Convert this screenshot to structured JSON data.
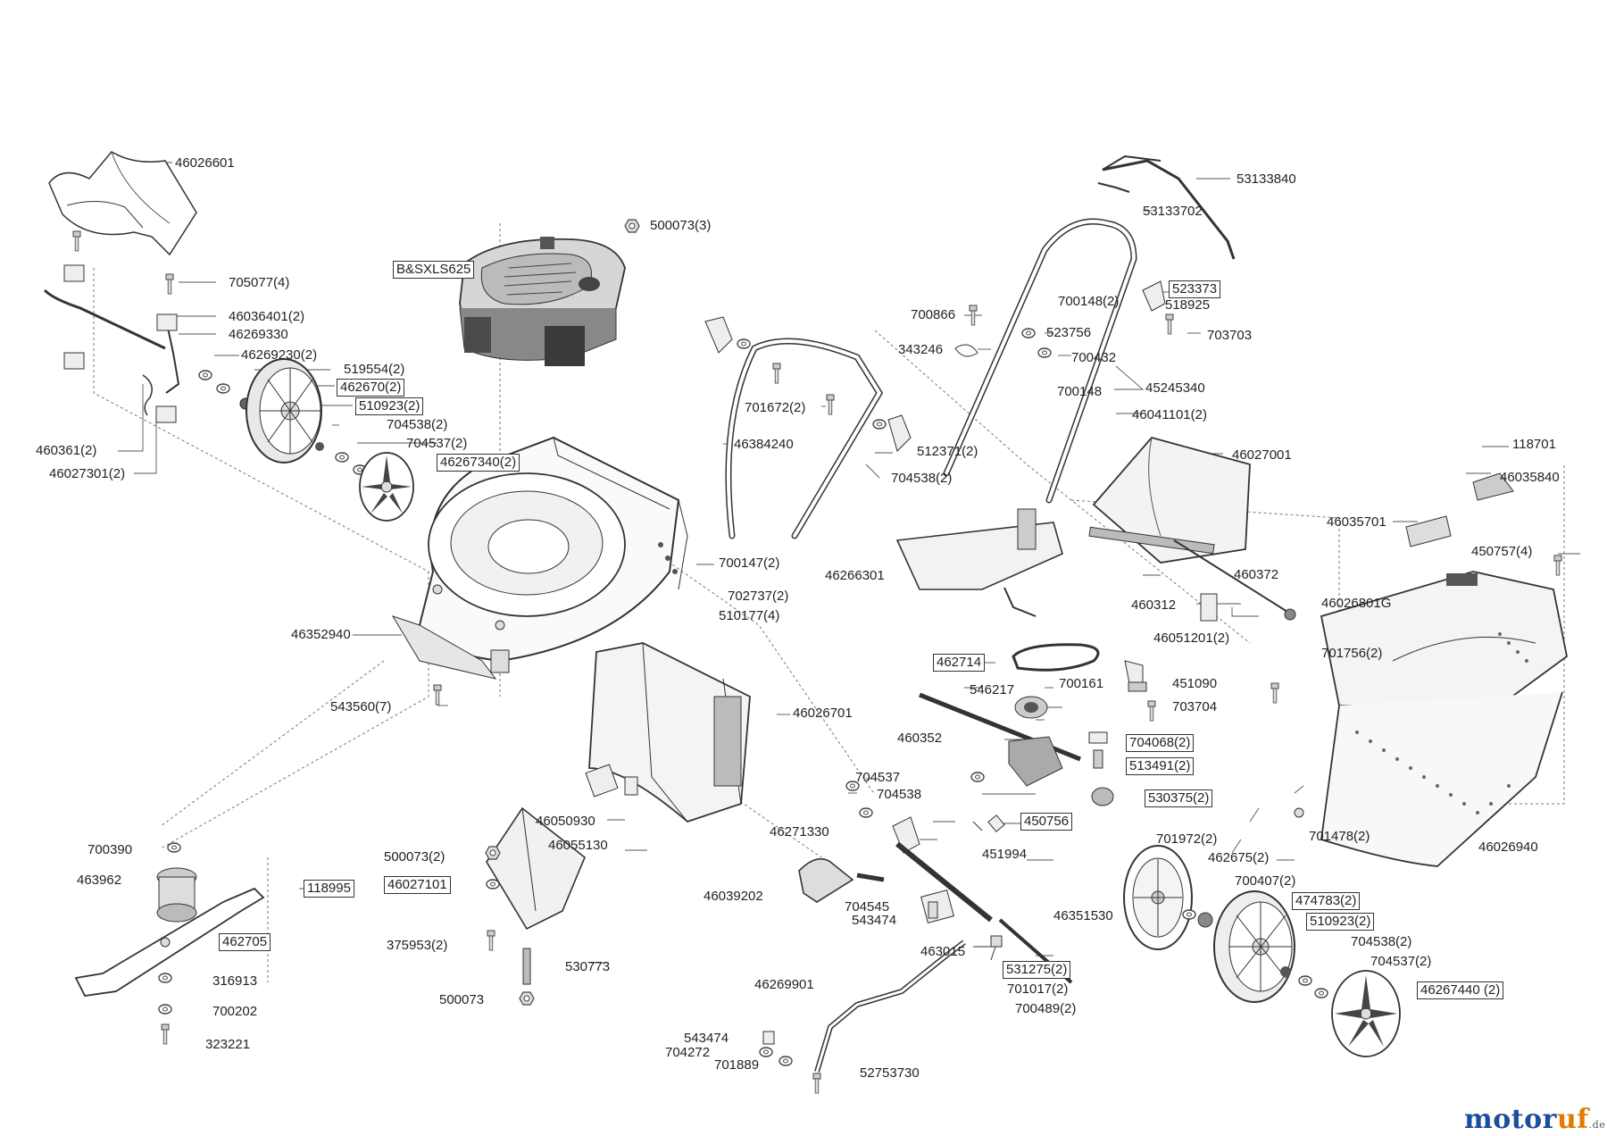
{
  "labels": [
    {
      "id": "p46026601",
      "text": "46026601",
      "boxed": false
    },
    {
      "id": "p500073_3",
      "text": "500073(3)",
      "boxed": false
    },
    {
      "id": "pengine",
      "text": "B&SXLS625",
      "boxed": true
    },
    {
      "id": "p705077_4",
      "text": "705077(4)",
      "boxed": false
    },
    {
      "id": "p46036401_2",
      "text": "46036401(2)",
      "boxed": false
    },
    {
      "id": "p46269330",
      "text": "46269330",
      "boxed": false
    },
    {
      "id": "p46269230_2",
      "text": "46269230(2)",
      "boxed": false
    },
    {
      "id": "p519554_2",
      "text": "519554(2)",
      "boxed": false
    },
    {
      "id": "p462670_2",
      "text": "462670(2)",
      "boxed": true
    },
    {
      "id": "p510923_2a",
      "text": "510923(2)",
      "boxed": true
    },
    {
      "id": "p704538_2a",
      "text": "704538(2)",
      "boxed": false
    },
    {
      "id": "p704537_2a",
      "text": "704537(2)",
      "boxed": false
    },
    {
      "id": "p46267340_2",
      "text": "46267340(2)",
      "boxed": true
    },
    {
      "id": "p460361_2",
      "text": "460361(2)",
      "boxed": false
    },
    {
      "id": "p46027301_2",
      "text": "46027301(2)",
      "boxed": false
    },
    {
      "id": "p53133840",
      "text": "53133840",
      "boxed": false
    },
    {
      "id": "p53133702",
      "text": "53133702",
      "boxed": false
    },
    {
      "id": "p523373",
      "text": "523373",
      "boxed": true
    },
    {
      "id": "p700148_2",
      "text": "700148(2)",
      "boxed": false
    },
    {
      "id": "p518925",
      "text": "518925",
      "boxed": false
    },
    {
      "id": "p700866",
      "text": "700866",
      "boxed": false
    },
    {
      "id": "p523756",
      "text": "523756",
      "boxed": false
    },
    {
      "id": "p703703",
      "text": "703703",
      "boxed": false
    },
    {
      "id": "p343246",
      "text": "343246",
      "boxed": false
    },
    {
      "id": "p700432",
      "text": "700432",
      "boxed": false
    },
    {
      "id": "p700148",
      "text": "700148",
      "boxed": false
    },
    {
      "id": "p45245340",
      "text": "45245340",
      "boxed": false
    },
    {
      "id": "p46041101_2",
      "text": "46041101(2)",
      "boxed": false
    },
    {
      "id": "p701672_2",
      "text": "701672(2)",
      "boxed": false
    },
    {
      "id": "p46384240",
      "text": "46384240",
      "boxed": false
    },
    {
      "id": "p512371_2",
      "text": "512371(2)",
      "boxed": false
    },
    {
      "id": "p704538_2b",
      "text": "704538(2)",
      "boxed": false
    },
    {
      "id": "p46027001",
      "text": "46027001",
      "boxed": false
    },
    {
      "id": "p118701",
      "text": "118701",
      "boxed": false
    },
    {
      "id": "p46035840",
      "text": "46035840",
      "boxed": false
    },
    {
      "id": "p46035701",
      "text": "46035701",
      "boxed": false
    },
    {
      "id": "p450757_4",
      "text": "450757(4)",
      "boxed": false
    },
    {
      "id": "p460372",
      "text": "460372",
      "boxed": false
    },
    {
      "id": "p460312",
      "text": "460312",
      "boxed": false
    },
    {
      "id": "p46026801G",
      "text": "46026801G",
      "boxed": false
    },
    {
      "id": "p46051201_2",
      "text": "46051201(2)",
      "boxed": false
    },
    {
      "id": "p700147_2",
      "text": "700147(2)",
      "boxed": false
    },
    {
      "id": "p702737_2",
      "text": "702737(2)",
      "boxed": false
    },
    {
      "id": "p510177_4",
      "text": "510177(4)",
      "boxed": false
    },
    {
      "id": "p46266301",
      "text": "46266301",
      "boxed": false
    },
    {
      "id": "p46352940",
      "text": "46352940",
      "boxed": false
    },
    {
      "id": "p543560_7",
      "text": "543560(7)",
      "boxed": false
    },
    {
      "id": "p462714",
      "text": "462714",
      "boxed": true
    },
    {
      "id": "p701756_2",
      "text": "701756(2)",
      "boxed": false
    },
    {
      "id": "p546217",
      "text": "546217",
      "boxed": false
    },
    {
      "id": "p700161",
      "text": "700161",
      "boxed": false
    },
    {
      "id": "p451090",
      "text": "451090",
      "boxed": false
    },
    {
      "id": "p703704",
      "text": "703704",
      "boxed": false
    },
    {
      "id": "p46026701",
      "text": "46026701",
      "boxed": false
    },
    {
      "id": "p460352",
      "text": "460352",
      "boxed": false
    },
    {
      "id": "p704068_2",
      "text": "704068(2)",
      "boxed": true
    },
    {
      "id": "p513491_2",
      "text": "513491(2)",
      "boxed": true
    },
    {
      "id": "p704537",
      "text": "704537",
      "boxed": false
    },
    {
      "id": "p704538",
      "text": "704538",
      "boxed": false
    },
    {
      "id": "p530375_2",
      "text": "530375(2)",
      "boxed": true
    },
    {
      "id": "p450756",
      "text": "450756",
      "boxed": true
    },
    {
      "id": "p46271330",
      "text": "46271330",
      "boxed": false
    },
    {
      "id": "p451994",
      "text": "451994",
      "boxed": false
    },
    {
      "id": "p701972_2",
      "text": "701972(2)",
      "boxed": false
    },
    {
      "id": "p701478_2",
      "text": "701478(2)",
      "boxed": false
    },
    {
      "id": "p462675_2",
      "text": "462675(2)",
      "boxed": false
    },
    {
      "id": "p46026940",
      "text": "46026940",
      "boxed": false
    },
    {
      "id": "p46050930",
      "text": "46050930",
      "boxed": false
    },
    {
      "id": "p46055130",
      "text": "46055130",
      "boxed": false
    },
    {
      "id": "p700390",
      "text": "700390",
      "boxed": false
    },
    {
      "id": "p463962",
      "text": "463962",
      "boxed": false
    },
    {
      "id": "p118995",
      "text": "118995",
      "boxed": true
    },
    {
      "id": "p500073_2",
      "text": "500073(2)",
      "boxed": false
    },
    {
      "id": "p46027101",
      "text": "46027101",
      "boxed": true
    },
    {
      "id": "p46039202",
      "text": "46039202",
      "boxed": false
    },
    {
      "id": "p700407_2",
      "text": "700407(2)",
      "boxed": false
    },
    {
      "id": "p704545",
      "text": "704545",
      "boxed": false
    },
    {
      "id": "p543474a",
      "text": "543474",
      "boxed": false
    },
    {
      "id": "p46351530",
      "text": "46351530",
      "boxed": false
    },
    {
      "id": "p474783_2",
      "text": "474783(2)",
      "boxed": true
    },
    {
      "id": "p510923_2b",
      "text": "510923(2)",
      "boxed": true
    },
    {
      "id": "p462705",
      "text": "462705",
      "boxed": true
    },
    {
      "id": "p375953_2",
      "text": "375953(2)",
      "boxed": false
    },
    {
      "id": "p463015",
      "text": "463015",
      "boxed": false
    },
    {
      "id": "p704538_2c",
      "text": "704538(2)",
      "boxed": false
    },
    {
      "id": "p531275_2",
      "text": "531275(2)",
      "boxed": true
    },
    {
      "id": "p704537_2b",
      "text": "704537(2)",
      "boxed": false
    },
    {
      "id": "p316913",
      "text": "316913",
      "boxed": false
    },
    {
      "id": "p530773",
      "text": "530773",
      "boxed": false
    },
    {
      "id": "p46269901",
      "text": "46269901",
      "boxed": false
    },
    {
      "id": "p701017_2",
      "text": "701017(2)",
      "boxed": false
    },
    {
      "id": "p46267440_2",
      "text": "46267440 (2)",
      "boxed": true
    },
    {
      "id": "p500073",
      "text": "500073",
      "boxed": false
    },
    {
      "id": "p700489_2",
      "text": "700489(2)",
      "boxed": false
    },
    {
      "id": "p700202",
      "text": "700202",
      "boxed": false
    },
    {
      "id": "p543474b",
      "text": "543474",
      "boxed": false
    },
    {
      "id": "p323221",
      "text": "323221",
      "boxed": false
    },
    {
      "id": "p704272",
      "text": "704272",
      "boxed": false
    },
    {
      "id": "p701889",
      "text": "701889",
      "boxed": false
    },
    {
      "id": "p52753730",
      "text": "52753730",
      "boxed": false
    }
  ],
  "watermark": {
    "main": "motoruf",
    "suffix": ".de",
    "color_motor": "#1a4f9c",
    "color_uf": "#e07b00"
  }
}
